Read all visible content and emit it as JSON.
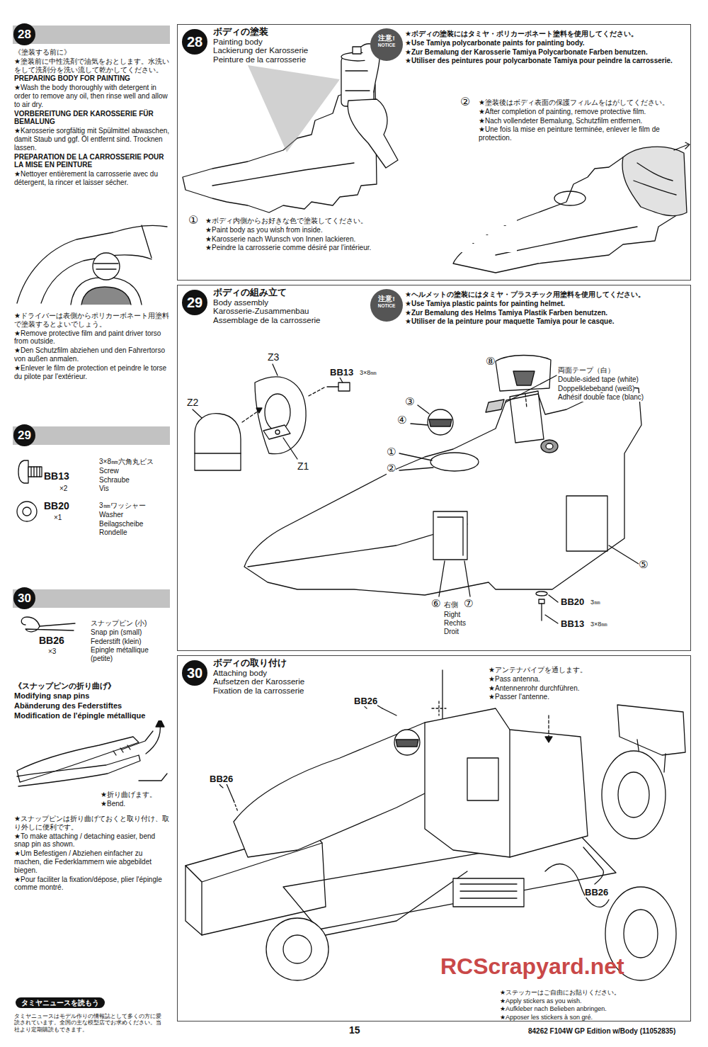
{
  "diagram": {
    "nodes": [
      {
        "text": [
          "28"
        ]
      },
      {
        "text": [
          "ボディの塗装",
          "Painting body",
          "Lackierung der Karosserie",
          "Peinture de la carrosserie"
        ]
      },
      {
        "text": [
          "28"
        ],
        "in": 1
      },
      {
        "text": [
          "注意!",
          "NOTICE"
        ],
        "in": 1
      },
      {
        "text": [
          "29"
        ]
      },
      {
        "text": [
          "ボディの組み立て",
          "Body assembly",
          "Karosserie-Zusammenbau",
          "Assemblage de la carrosserie"
        ]
      },
      {
        "text": [
          "29"
        ],
        "in": 5
      },
      {
        "text": [
          "注意!",
          "NOTICE"
        ],
        "in": 5
      },
      {
        "text": [
          "30"
        ]
      },
      {
        "text": [
          "ボディの取り付け",
          "Attaching body",
          "Aufsetzen der Karosserie",
          "Fixation de la carrosserie"
        ]
      },
      {
        "text": [
          "30"
        ],
        "in": 9
      },
      {
        "text": [
          "タミヤニュースを読もう"
        ]
      }
    ],
    "labels": [
      "《塗装する前に》",
      "★塗装前に中性洗剤で油気をおとします。水洗いをして洗剤分を洗い流して乾かしてください。",
      "PREPARING BODY FOR PAINTING",
      "★Wash the body thoroughly with detergent in order to remove any oil, then rinse well and allow to air dry.",
      "VORBEREITUNG DER KAROSSERIE FÜR BEMALUNG",
      "★Karosserie sorgfältig mit Spülmittel abwaschen, damit Staub und ggf. Öl entfernt sind. Trocknen lassen.",
      "PREPARATION DE LA CARROSSERIE POUR LA MISE EN PEINTURE",
      "★Nettoyer entièrement la carrosserie avec du détergent, la rincer et laisser sécher.",
      "★ドライバーは表側からポリカーボネート用塗料で塗装するとよいでしょう。",
      "★Remove protective film and paint driver torso from outside.",
      "★Den Schutzfilm abziehen und den Fahrertorso von außen anmalen.",
      "★Enlever le film de protection et peindre le torse du pilote par l'extérieur.",
      "BB13",
      "×2",
      "3×8㎜六角丸ビス",
      "Screw",
      "Schraube",
      "Vis",
      "BB20",
      "×1",
      "3㎜ワッシャー",
      "Washer",
      "Beilagscheibe",
      "Rondelle",
      "BB26",
      "×3",
      "スナップピン (小)",
      "Snap pin (small)",
      "Federstift (klein)",
      "Epingle métallique (petite)",
      "《スナップピンの折り曲げ》",
      "Modifying snap pins",
      "Abänderung des Federstiftes",
      "Modification de l'épingle métallique",
      "★折り曲げます。",
      "★Bend.",
      "★スナップピンは折り曲げておくと取り付け、取り外しに便利です。",
      "★To make attaching / detaching easier, bend snap pin as shown.",
      "★Um Befestigen / Abziehen einfacher zu machen, die Federklammern wie abgebildet biegen.",
      "★Pour faciliter la fixation/dépose, plier l'épingle comme montré.",
      "タミヤニュースはモデル作りの情報誌として多くの方に愛読されています。全国の主な模型店でお求めください。当社より定期購読もできます。",
      "★ボディの塗装にはタミヤ・ポリカーボネート塗料を使用してください。",
      "★Use Tamiya polycarbonate paints for painting body.",
      "★Zur Bemalung der Karosserie Tamiya Polycarbonate Farben benutzen.",
      "★Utiliser des peintures pour polycarbonate Tamiya pour peindre la carrosserie.",
      "①",
      "★ボディ内側からお好きな色で塗装してください。",
      "★Paint body as you wish from inside.",
      "★Karosserie nach Wunsch von Innen lackieren.",
      "★Peindre la carrosserie comme désiré par l'intérieur.",
      "②",
      "★塗装後はボディ表面の保護フィルムをはがしてください。",
      "★After completion of painting, remove protective film.",
      "★Nach vollendeter Bemalung, Schutzfilm entfernen.",
      "★Une fois la mise en peinture terminée, enlever le film de protection.",
      "★ヘルメットの塗装にはタミヤ・プラスチック用塗料を使用してください。",
      "★Use Tamiya plastic paints for painting helmet.",
      "★Zur Bemalung des Helms Tamiya Plastik Farben benutzen.",
      "★Utiliser de la peinture pour maquette Tamiya pour le casque.",
      "BB13",
      "3×8㎜",
      "Z3",
      "Z2",
      "Z1",
      "⑧",
      "両面テープ（白）",
      "Double-sided tape (white)",
      "Doppelklebeband (weiß)",
      "Adhésif double face (blanc)",
      "③",
      "④",
      "①",
      "②",
      "⑤",
      "⑥",
      "右側",
      "⑦",
      "Right",
      "Rechts",
      "Droit",
      "BB20",
      "3㎜",
      "BB13",
      "3×8㎜",
      "★アンテナパイプを通します。",
      "★Pass antenna.",
      "★Antennenrohr durchführen.",
      "★Passer l'antenne.",
      "BB26",
      "BB26",
      "BB26",
      "★ステッカーはご自由にお貼りください。",
      "★Apply stickers as you wish.",
      "★Aufkleber nach Belieben anbringen.",
      "★Apposer les stickers à son gré.",
      "15",
      "84262 F104W GP Edition w/Body (11052835)",
      "RCScrapyard.net"
    ]
  }
}
